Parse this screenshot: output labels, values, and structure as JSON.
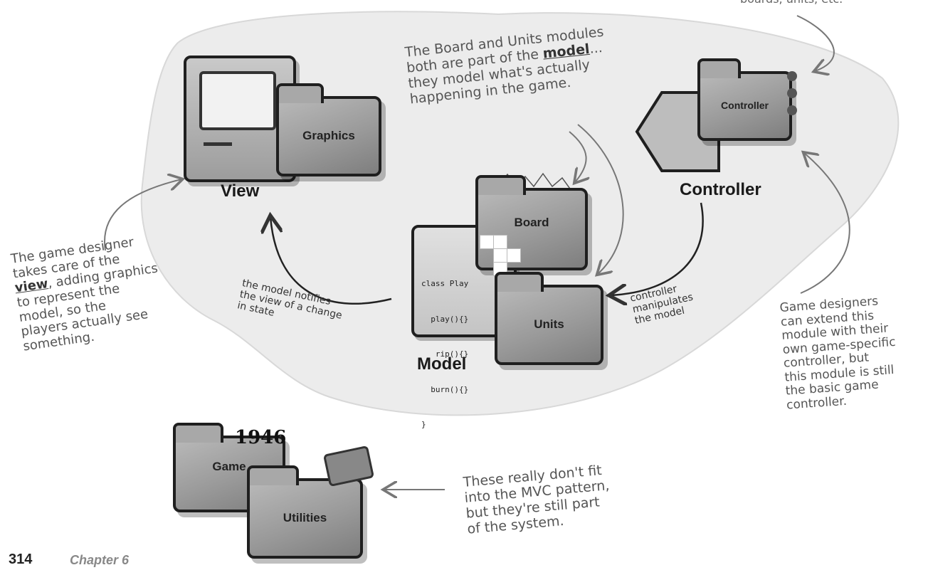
{
  "top_right_note": "boards, units, etc.",
  "model_note": [
    "The Board and Units modules",
    "both are part of the",
    "model",
    "...",
    "they model what's actually",
    "happening in the game."
  ],
  "view_note": [
    "The game designer",
    "takes care of the",
    "view",
    ", adding graphics",
    "to represent the",
    "model, so the",
    "players actually see",
    "something."
  ],
  "notify_label": [
    "the model  notifies",
    "the view of a change",
    "in state"
  ],
  "manipulate_label": [
    "controller",
    "manipulates",
    "the model"
  ],
  "extend_note": [
    "Game designers",
    "can extend this",
    "module with their",
    "own game-specific",
    "controller, but",
    "this module is still",
    "the basic game",
    "controller."
  ],
  "misc_note": [
    "These really don't fit",
    "into the MVC pattern,",
    "but they're still part",
    "of the system."
  ],
  "labels": {
    "view": "View",
    "controller": "Controller",
    "model": "Model"
  },
  "folders": {
    "graphics": "Graphics",
    "controller": "Controller",
    "board": "Board",
    "units": "Units",
    "game": "Game",
    "utilities": "Utilities"
  },
  "code_lines": [
    "class Play",
    "  play(){}",
    "   rip(){}",
    "  burn(){}",
    "}"
  ],
  "game_year": "1946",
  "footer": {
    "page_number": "314",
    "chapter": "Chapter 6"
  }
}
